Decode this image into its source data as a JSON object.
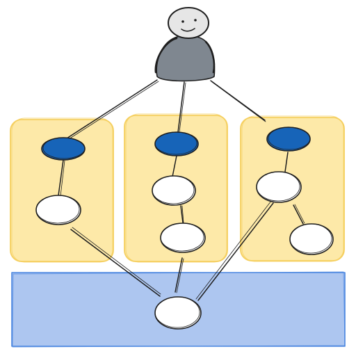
{
  "diagram": {
    "colors": {
      "background": "#ffffff",
      "group_fill": "#fde9a8",
      "group_stroke": "#f5cf5f",
      "base_fill": "#adc6f0",
      "base_stroke": "#4a86e0",
      "top_node_fill": "#1764b8",
      "node_fill": "#ffffff",
      "ink": "#1e1e1e",
      "person_body": "#7f8790",
      "person_head": "#e6e6e6"
    },
    "icons": {
      "person": "person-icon",
      "face": "smiley-face-icon"
    },
    "groups": [
      {
        "id": "group-left",
        "top_node": "left-top",
        "nodes": [
          "left-mid"
        ]
      },
      {
        "id": "group-center",
        "top_node": "center-top",
        "nodes": [
          "center-mid",
          "center-low"
        ]
      },
      {
        "id": "group-right",
        "top_node": "right-top",
        "nodes": [
          "right-mid",
          "right-low"
        ]
      }
    ],
    "base_layer": {
      "id": "base-layer",
      "nodes": [
        "base-node"
      ]
    },
    "edges": [
      [
        "person",
        "left-top"
      ],
      [
        "person",
        "center-top"
      ],
      [
        "person",
        "right-top"
      ],
      [
        "left-top",
        "left-mid"
      ],
      [
        "center-top",
        "center-mid"
      ],
      [
        "center-mid",
        "center-low"
      ],
      [
        "right-top",
        "right-mid"
      ],
      [
        "right-mid",
        "right-low"
      ],
      [
        "left-mid",
        "base-node"
      ],
      [
        "center-low",
        "base-node"
      ],
      [
        "right-mid",
        "base-node"
      ]
    ]
  }
}
